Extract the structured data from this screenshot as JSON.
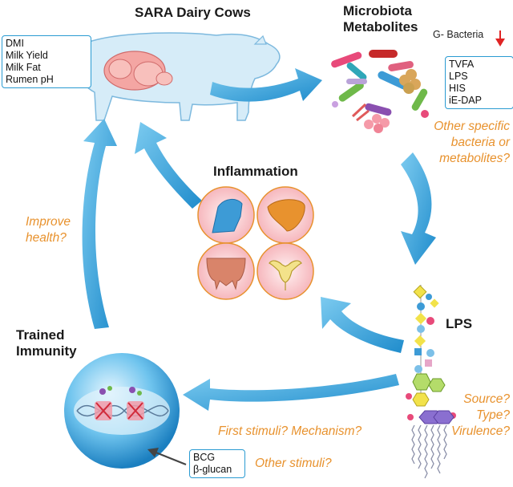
{
  "cow": {
    "title": "SARA Dairy Cows",
    "indicators": [
      "DMI",
      "Milk Yield",
      "Milk Fat",
      "Rumen pH"
    ]
  },
  "microbiota": {
    "title_line1": "Microbiota",
    "title_line2": "Metabolites",
    "g_bacteria": "G- Bacteria",
    "metabolites": [
      "TVFA",
      "LPS",
      "HIS",
      "iE-DAP"
    ],
    "question": [
      "Other specific",
      "bacteria or",
      "metabolites?"
    ]
  },
  "inflammation": {
    "title": "Inflammation"
  },
  "lps": {
    "title": "LPS",
    "questions": [
      "Source?",
      "Type?",
      "Virulence?"
    ]
  },
  "trained": {
    "title_line1": "Trained",
    "title_line2": "Immunity",
    "stimuli": [
      "BCG",
      "β-glucan"
    ]
  },
  "questions": {
    "improve": [
      "Improve",
      "health?"
    ],
    "first_stimuli": "First stimuli? Mechanism?",
    "other_stimuli": "Other stimuli?"
  },
  "colors": {
    "arrow_blue": "#2a9bd2",
    "question_orange": "#e8922e",
    "down_red": "#e02424"
  }
}
